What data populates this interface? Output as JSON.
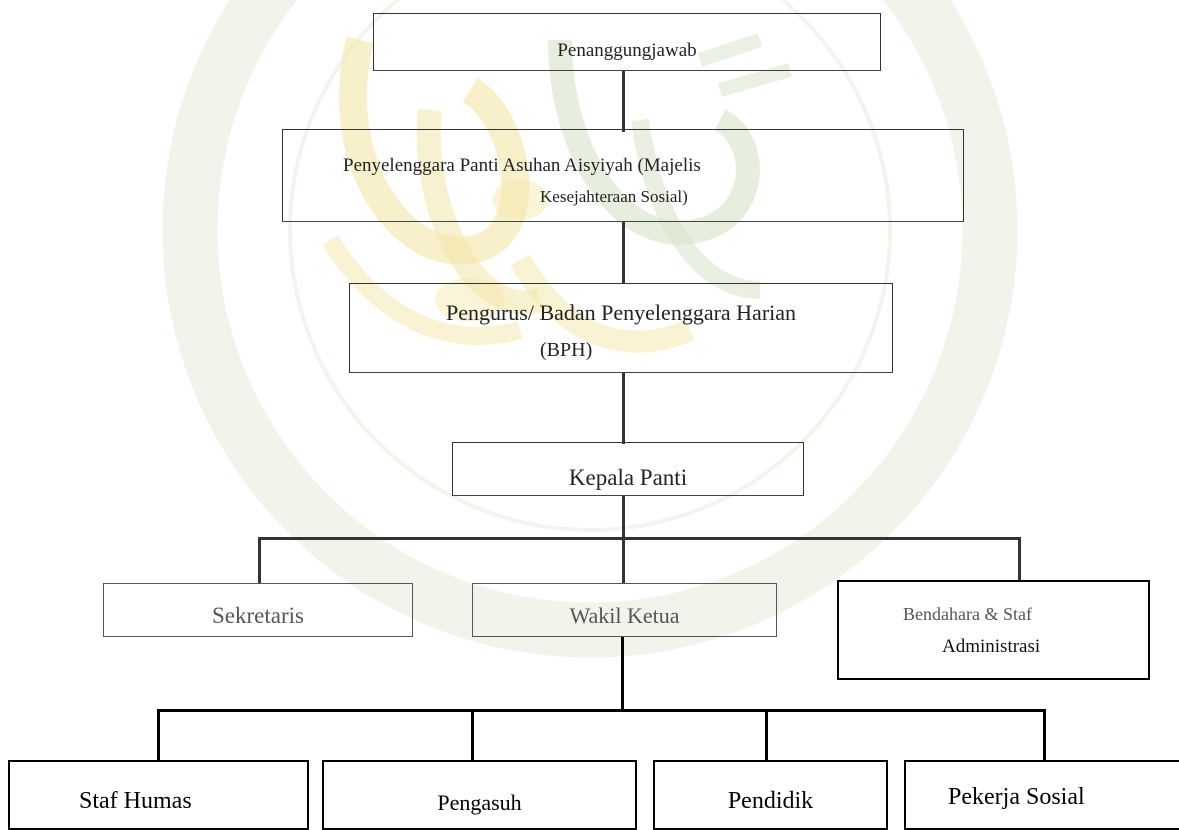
{
  "org_chart": {
    "level1": {
      "label": "Penanggungjawab"
    },
    "level2": {
      "line1": "Penyelenggara Panti Asuhan Aisyiyah (Majelis",
      "line2": "Kesejahteraan Sosial)"
    },
    "level3": {
      "line1": "Pengurus/ Badan Penyelenggara Harian",
      "line2": "(BPH)"
    },
    "level4": {
      "label": "Kepala Panti"
    },
    "level5": [
      {
        "label": "Sekretaris"
      },
      {
        "label": "Wakil Ketua"
      },
      {
        "line1": "Bendahara & Staf",
        "line2": "Administrasi"
      }
    ],
    "level6": [
      {
        "label": "Staf Humas"
      },
      {
        "label": "Pengasuh"
      },
      {
        "label": "Pendidik"
      },
      {
        "label": "Pekerja Sosial"
      }
    ]
  },
  "colors": {
    "line": "#333333",
    "line_dark": "#000000",
    "watermark": "#c9d8b8",
    "watermark_gold": "#f3e6a8"
  }
}
